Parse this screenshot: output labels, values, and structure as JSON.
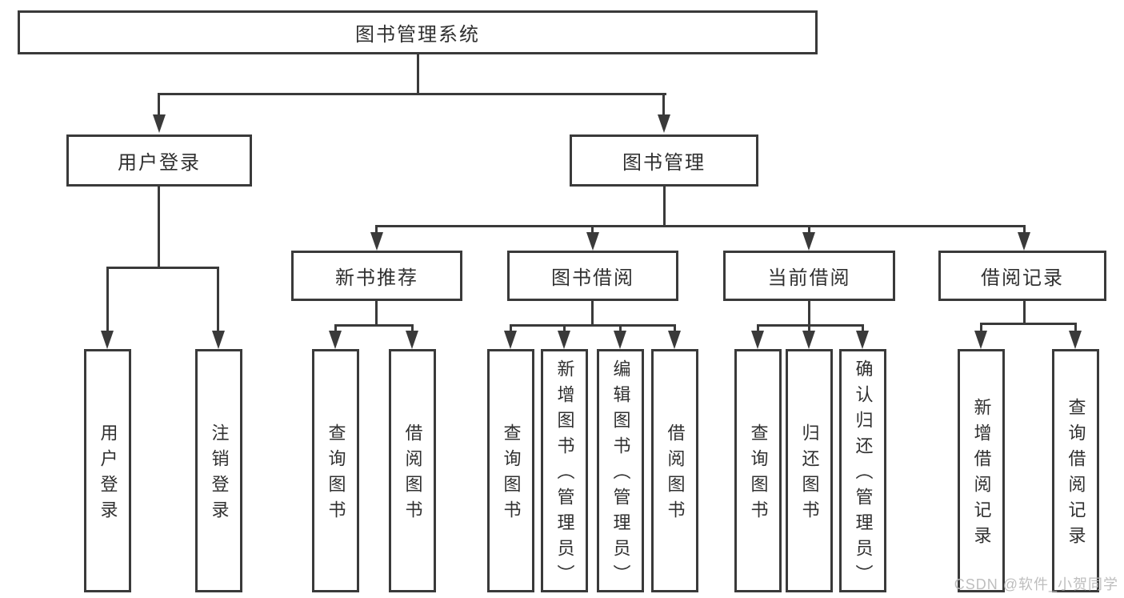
{
  "diagram": {
    "type": "hierarchy",
    "root": {
      "label": "图书管理系统"
    },
    "branches": [
      {
        "label": "用户登录",
        "children": [
          {
            "label": "用户登录"
          },
          {
            "label": "注销登录"
          }
        ]
      },
      {
        "label": "图书管理",
        "children": [
          {
            "label": "新书推荐",
            "children": [
              {
                "label": "查询图书"
              },
              {
                "label": "借阅图书"
              }
            ]
          },
          {
            "label": "图书借阅",
            "children": [
              {
                "label": "查询图书"
              },
              {
                "label": "新增图书（管理员）"
              },
              {
                "label": "编辑图书（管理员）"
              },
              {
                "label": "借阅图书"
              }
            ]
          },
          {
            "label": "当前借阅",
            "children": [
              {
                "label": "查询图书"
              },
              {
                "label": "归还图书"
              },
              {
                "label": "确认归还（管理员）"
              }
            ]
          },
          {
            "label": "借阅记录",
            "children": [
              {
                "label": "新增借阅记录"
              },
              {
                "label": "查询借阅记录"
              }
            ]
          }
        ]
      }
    ]
  },
  "watermark": {
    "text": "CSDN @软件_小贺同学"
  },
  "colors": {
    "line": "#3a3a3a",
    "text": "#303030",
    "background": "#ffffff",
    "watermark": "#bbbbbb"
  }
}
